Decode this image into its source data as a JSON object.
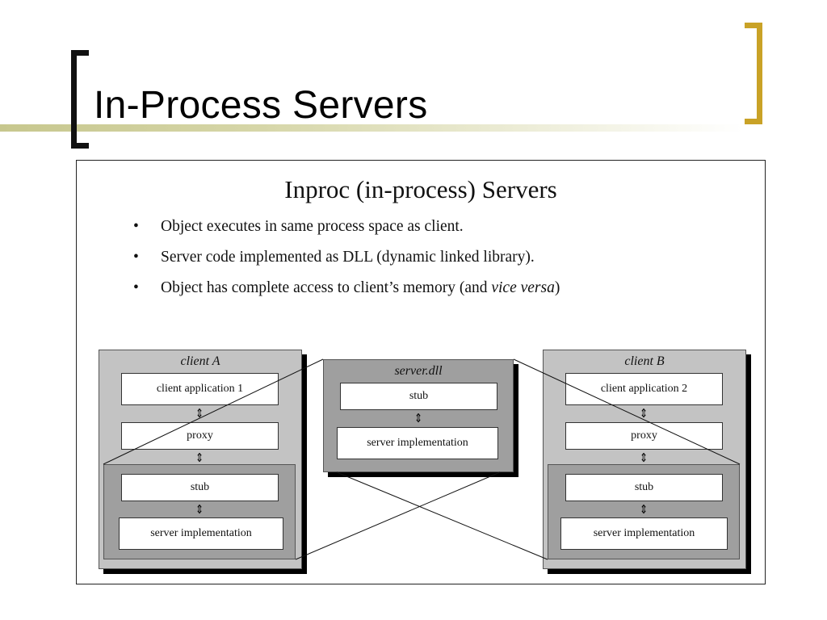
{
  "slide": {
    "title": "In-Process Servers",
    "accent_color": "#c9a227",
    "bracket_color": "#111111",
    "rule_color": "#c7c78e"
  },
  "figure": {
    "title": "Inproc (in-process) Servers",
    "bullets": [
      {
        "text": "Object executes in same process space as client."
      },
      {
        "text": "Server code implemented as DLL (dynamic linked library)."
      },
      {
        "text_before": "Object has complete access to client’s memory (and ",
        "italic": "vice versa",
        "text_after": ")"
      }
    ],
    "bullet_glyph": "•",
    "arrow_glyph": "⇕",
    "panels": {
      "client_a": {
        "label": "client A",
        "app": "client application 1",
        "proxy": "proxy",
        "stub": "stub",
        "impl": "server implementation"
      },
      "server_dll": {
        "label": "server.dll",
        "stub": "stub",
        "impl": "server implementation"
      },
      "client_b": {
        "label": "client B",
        "app": "client application 2",
        "proxy": "proxy",
        "stub": "stub",
        "impl": "server implementation"
      }
    },
    "colors": {
      "panel_light": "#c3c3c3",
      "panel_dark": "#9f9f9f",
      "shadow": "#000000"
    }
  }
}
